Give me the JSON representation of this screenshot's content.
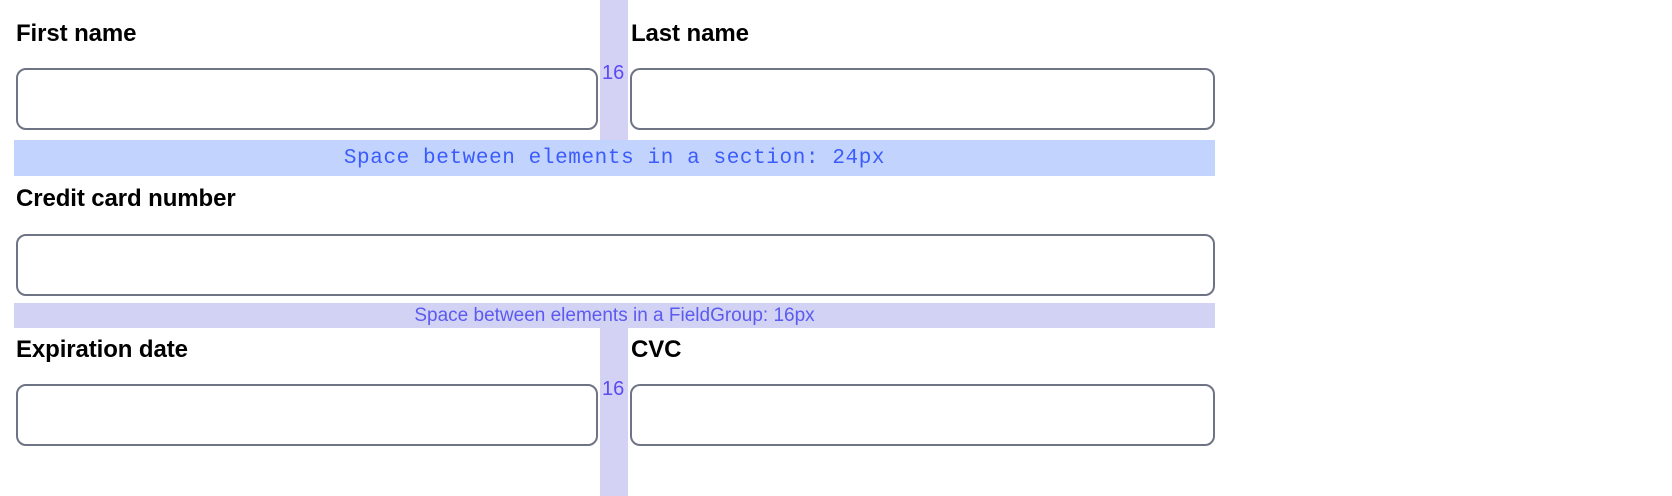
{
  "form": {
    "rows": [
      {
        "name": "name-row",
        "left": {
          "label": "First name",
          "value": "",
          "placeholder": ""
        },
        "right": {
          "label": "Last name",
          "value": "",
          "placeholder": ""
        },
        "gap_label": "16"
      },
      {
        "name": "card-row",
        "left": {
          "label": "Credit card number",
          "value": "",
          "placeholder": ""
        }
      },
      {
        "name": "expiry-cvc-row",
        "left": {
          "label": "Expiration date",
          "value": "",
          "placeholder": ""
        },
        "right": {
          "label": "CVC",
          "value": "",
          "placeholder": ""
        },
        "gap_label": "16"
      }
    ]
  },
  "annotations": {
    "section_band": {
      "text": "Space between elements in a section: 24px",
      "background": "#c2d4fd",
      "text_color": "#3b5bfd"
    },
    "fieldgroup_band": {
      "text": "Space between elements in a FieldGroup: 16px",
      "background": "#d2d2f5",
      "text_color": "#5b5bf0"
    },
    "gap_column": {
      "background": "#d4d2f4",
      "text_color": "#5b4bf5"
    }
  },
  "colors": {
    "page_background": "#ffffff",
    "input_border": "#6e7485",
    "label_text": "#000000"
  }
}
